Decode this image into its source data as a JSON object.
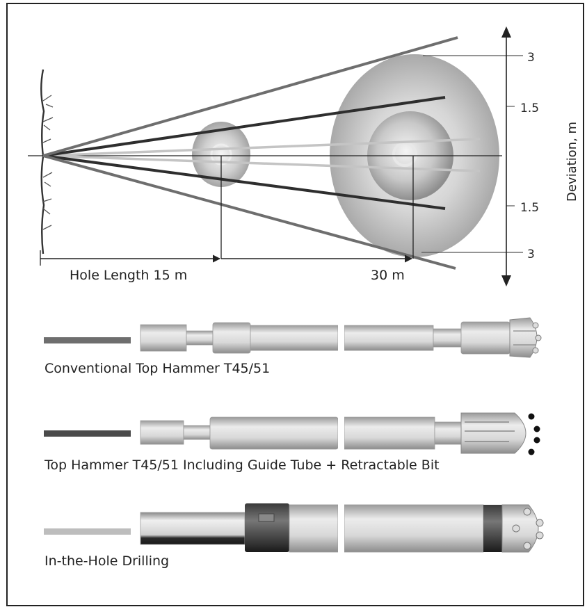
{
  "deviation_diagram": {
    "axis_label": "Deviation, m",
    "ticks": {
      "top_3": "3",
      "top_1_5": "1.5",
      "bottom_1_5": "1.5",
      "bottom_3": "3"
    },
    "length_label_15": "Hole Length 15 m",
    "length_label_30": "30 m"
  },
  "drill_systems": [
    {
      "label": "Conventional Top Hammer T45/51",
      "legend_color": "#6e6e6e"
    },
    {
      "label": "Top Hammer T45/51 Including Guide Tube + Retractable Bit",
      "legend_color": "#4a4a4a"
    },
    {
      "label": "In-the-Hole Drilling",
      "legend_color": "#bdbdbd"
    }
  ],
  "colors": {
    "frame": "#222222",
    "line_dark": "#3a3a3a",
    "line_mid": "#6e6e6e",
    "line_light": "#bcbcbc"
  }
}
